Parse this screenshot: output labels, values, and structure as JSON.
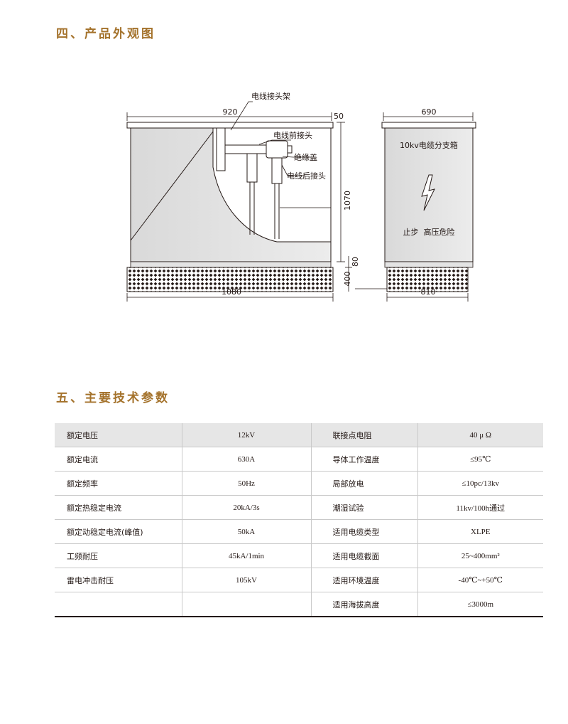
{
  "sections": {
    "appearance_title": "四、产品外观图",
    "specs_title": "五、主要技术参数"
  },
  "drawing": {
    "front_view": {
      "top_width": "920",
      "top_overhang": "50",
      "height": "1070",
      "base_gap": "80",
      "base_height": "400",
      "base_width": "1080",
      "labels": {
        "cable_bracket": "电线接头架",
        "front_connector": "电线前接头",
        "insulating_cap": "绝缘盖",
        "rear_connector": "电线后接头"
      }
    },
    "side_view": {
      "top_width": "690",
      "base_width": "810",
      "box_name": "10kv电缆分支箱",
      "warning": "止步  高压危险",
      "lightning_symbol": "lightning-icon"
    }
  },
  "specs": {
    "rows": [
      {
        "l1": "额定电压",
        "v1": "12kV",
        "l2": "联接点电阻",
        "v2": "40 μ Ω"
      },
      {
        "l1": "额定电流",
        "v1": "630A",
        "l2": "导体工作温度",
        "v2": "≤95℃"
      },
      {
        "l1": "额定频率",
        "v1": "50Hz",
        "l2": "局部放电",
        "v2": "≤10pc/13kv"
      },
      {
        "l1": "额定热稳定电流",
        "v1": "20kA/3s",
        "l2": "潮湿试验",
        "v2": "11kv/100h通过"
      },
      {
        "l1": "额定动稳定电流(峰值)",
        "v1": "50kA",
        "l2": "适用电缆类型",
        "v2": "XLPE"
      },
      {
        "l1": "工频耐压",
        "v1": "45kA/1min",
        "l2": "适用电缆截面",
        "v2": "25~400mm²"
      },
      {
        "l1": "雷电冲击耐压",
        "v1": "105kV",
        "l2": "适用环境温度",
        "v2": "-40℃~+50℃"
      },
      {
        "l1": "",
        "v1": "",
        "l2": "适用海拔高度",
        "v2": "≤3000m"
      }
    ]
  }
}
